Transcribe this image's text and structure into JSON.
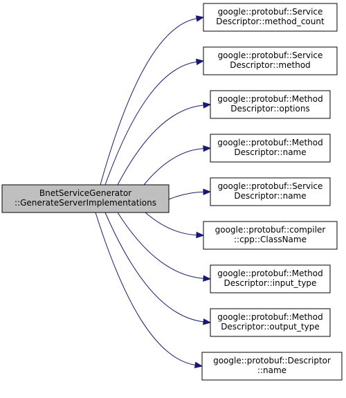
{
  "colors": {
    "edge": "#191970",
    "root_fill": "#bfbfbf",
    "node_fill": "#ffffff",
    "node_border": "#000000"
  },
  "root": {
    "id": "root",
    "lines": [
      "BnetServiceGenerator",
      "::GenerateServerImplementations"
    ]
  },
  "callees": [
    {
      "id": "sd-method-count",
      "lines": [
        "google::protobuf::Service",
        "Descriptor::method_count"
      ]
    },
    {
      "id": "sd-method",
      "lines": [
        "google::protobuf::Service",
        "Descriptor::method"
      ]
    },
    {
      "id": "md-options",
      "lines": [
        "google::protobuf::Method",
        "Descriptor::options"
      ]
    },
    {
      "id": "md-name",
      "lines": [
        "google::protobuf::Method",
        "Descriptor::name"
      ]
    },
    {
      "id": "sd-name",
      "lines": [
        "google::protobuf::Service",
        "Descriptor::name"
      ]
    },
    {
      "id": "cpp-classname",
      "lines": [
        "google::protobuf::compiler",
        "::cpp::ClassName"
      ]
    },
    {
      "id": "md-input-type",
      "lines": [
        "google::protobuf::Method",
        "Descriptor::input_type"
      ]
    },
    {
      "id": "md-output-type",
      "lines": [
        "google::protobuf::Method",
        "Descriptor::output_type"
      ]
    },
    {
      "id": "d-name",
      "lines": [
        "google::protobuf::Descriptor",
        "::name"
      ]
    }
  ]
}
